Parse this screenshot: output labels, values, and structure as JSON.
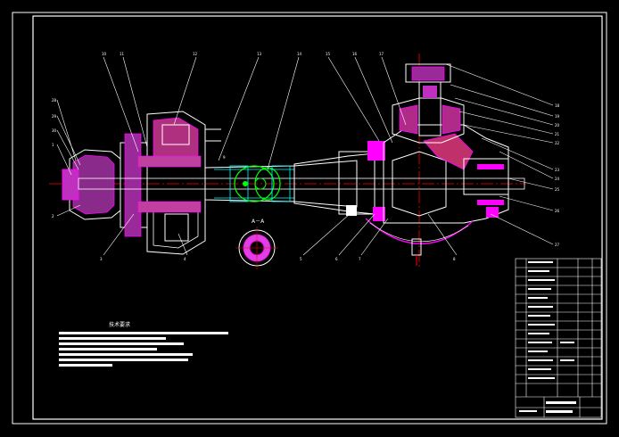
{
  "drawing": {
    "background": "#000000",
    "line_color": "#ffffff",
    "accent_magenta": "#ff00ff",
    "accent_green": "#00ff00",
    "accent_cyan": "#00ffff",
    "accent_red": "#ff0000",
    "section_label": "A－A",
    "section_mark": "A",
    "notes_title": "技术要求"
  },
  "callouts": [
    "10",
    "11",
    "12",
    "13",
    "14",
    "15",
    "16",
    "17",
    "18",
    "19",
    "20",
    "21",
    "22",
    "23",
    "24",
    "25",
    "26",
    "27",
    "28",
    "29",
    "30",
    "1",
    "2",
    "3",
    "4",
    "5",
    "6",
    "7",
    "8",
    "9"
  ],
  "title_block": {
    "rows": 16
  }
}
